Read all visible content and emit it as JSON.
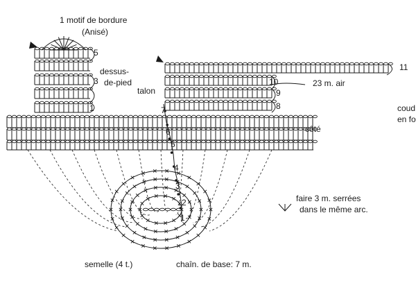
{
  "labels": {
    "motif_line1": "1 motif de bordure",
    "motif_line2": "(Anisé)",
    "dessus_line1": "dessus-",
    "dessus_line2": "de-pied",
    "talon": "talon",
    "chain_label": "23 m. air",
    "cote": "côté",
    "coude_line1": "coud",
    "coude_line2": "en fo",
    "legend_line1": "faire 3 m. serrées",
    "legend_line2": "dans le même arc.",
    "semelle": "semelle (4 t.)",
    "chainette": "chaîn. de base: 7 m."
  },
  "row_numbers": {
    "r1": "1",
    "r3": "3",
    "r5": "5",
    "r4": "4",
    "r6": "6",
    "r7": "7",
    "r8": "8",
    "r9": "9",
    "r10": "10",
    "r11": "11",
    "s1": "1",
    "s2": "2",
    "s3": "3",
    "s4": "4"
  },
  "colors": {
    "ink": "#1a1a1a",
    "paper": "#ffffff"
  }
}
